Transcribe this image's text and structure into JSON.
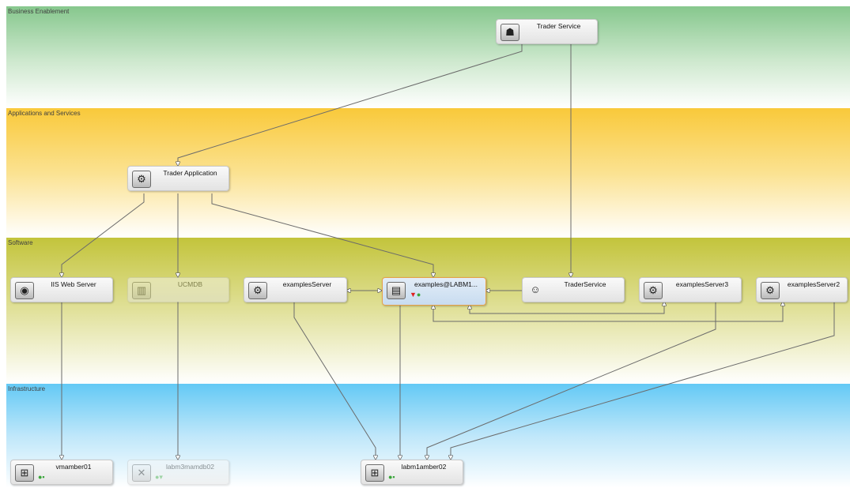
{
  "layers": {
    "business": "Business Enablement",
    "applications": "Applications and Services",
    "software": "Software",
    "infrastructure": "Infrastructure"
  },
  "nodes": {
    "trader_service": {
      "label": "Trader Service",
      "icon": "business-service-icon"
    },
    "trader_application": {
      "label": "Trader Application",
      "icon": "gear-icon"
    },
    "iis_web_server": {
      "label": "IIS Web Server",
      "icon": "web-server-icon"
    },
    "ucmdb": {
      "label": "UCMDB",
      "icon": "database-icon",
      "state": "faded"
    },
    "examples_server": {
      "label": "examplesServer",
      "icon": "gear-icon"
    },
    "examples_labm1": {
      "label": "examples@LABM1...",
      "icon": "application-window-icon",
      "state": "selected",
      "status": [
        "red-triangle",
        "green-dot"
      ]
    },
    "trader_service_sw": {
      "label": "TraderService",
      "icon": "service-user-icon"
    },
    "examples_server3": {
      "label": "examplesServer3",
      "icon": "gear-icon"
    },
    "examples_server2": {
      "label": "examplesServer2",
      "icon": "gear-icon"
    },
    "vmamber01": {
      "label": "vmamber01",
      "icon": "windows-host-icon",
      "status": [
        "green-dot"
      ]
    },
    "labm3mamdb02": {
      "label": "labm3mamdb02",
      "icon": "host-icon",
      "state": "faded",
      "status": [
        "green-dot"
      ]
    },
    "labm1amber02": {
      "label": "labm1amber02",
      "icon": "windows-host-icon",
      "status": [
        "green-dot"
      ]
    }
  }
}
